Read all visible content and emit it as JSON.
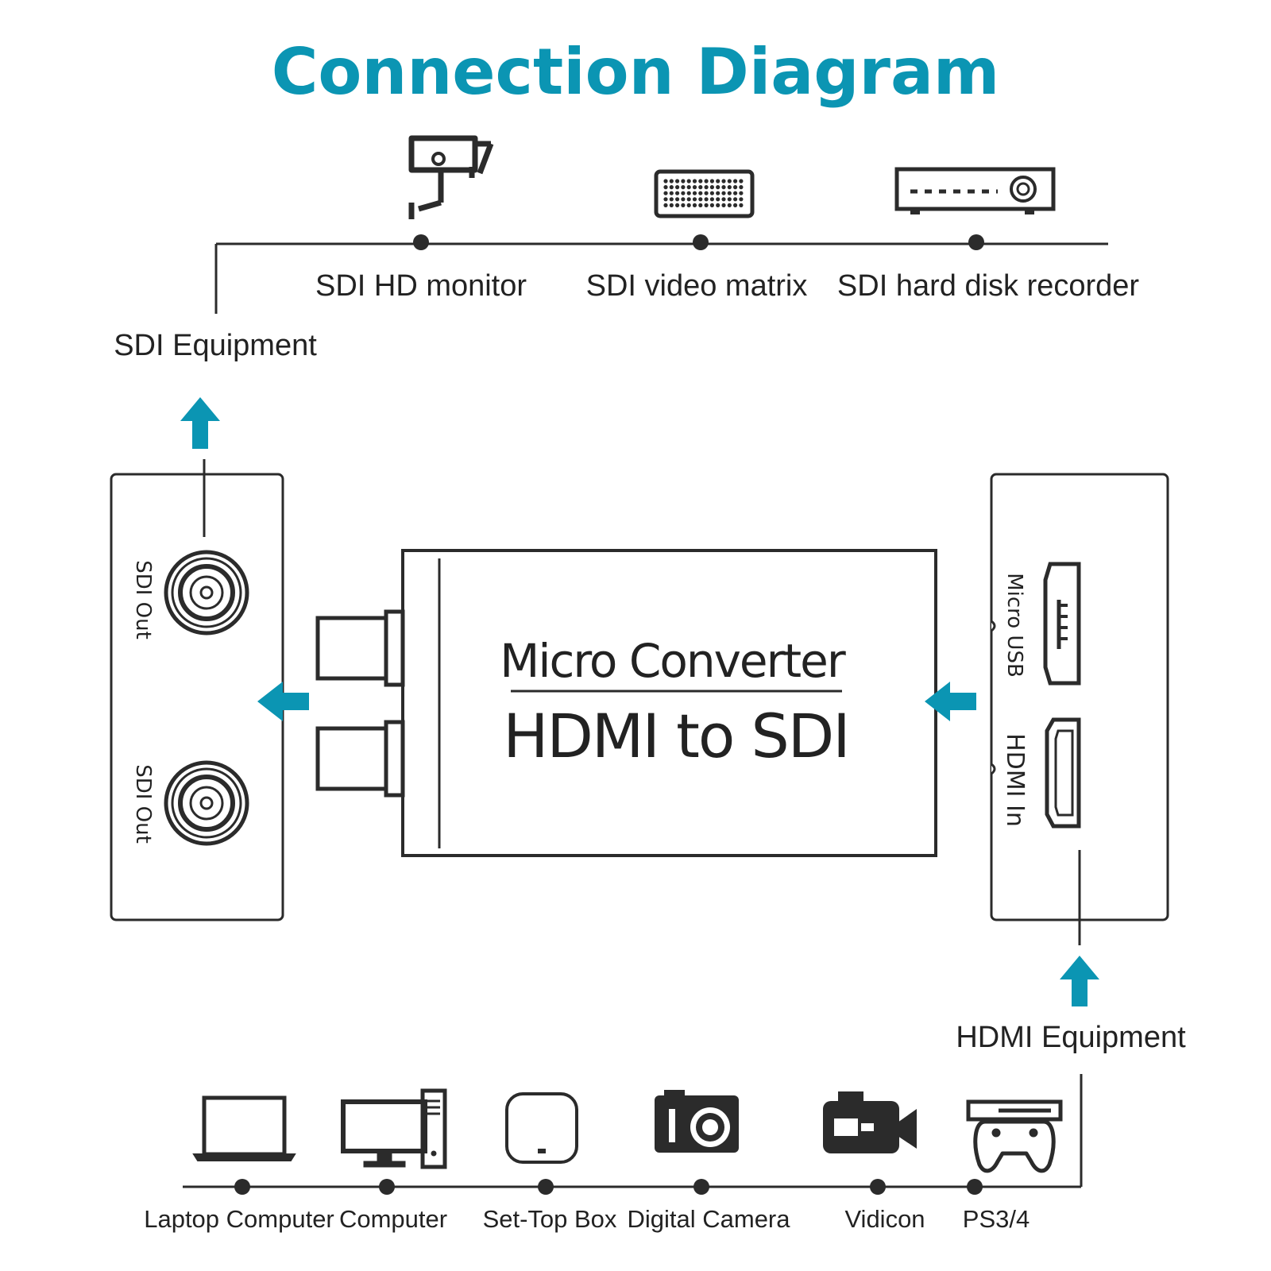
{
  "title": "Connection Diagram",
  "accent_color": "#0b95b3",
  "line_color": "#2b2b2b",
  "sdi_equipment": {
    "group_label": "SDI Equipment",
    "items": [
      {
        "label": "SDI HD monitor",
        "icon": "security-camera-icon"
      },
      {
        "label": "SDI video matrix",
        "icon": "video-matrix-icon"
      },
      {
        "label": "SDI hard disk recorder",
        "icon": "disk-recorder-icon"
      }
    ]
  },
  "hdmi_equipment": {
    "group_label": "HDMI Equipment",
    "items": [
      {
        "label": "Laptop Computer",
        "icon": "laptop-icon"
      },
      {
        "label": "Computer",
        "icon": "desktop-computer-icon"
      },
      {
        "label": "Set-Top Box",
        "icon": "set-top-box-icon"
      },
      {
        "label": "Digital Camera",
        "icon": "digital-camera-icon"
      },
      {
        "label": "Vidicon",
        "icon": "camcorder-icon"
      },
      {
        "label": "PS3/4",
        "icon": "game-console-icon"
      }
    ]
  },
  "device": {
    "line1": "Micro Converter",
    "line2": "HDMI to SDI"
  },
  "left_panel": {
    "ports": [
      "SDI Out",
      "SDI Out"
    ]
  },
  "right_panel": {
    "ports": [
      "Micro USB",
      "HDMI In"
    ]
  }
}
